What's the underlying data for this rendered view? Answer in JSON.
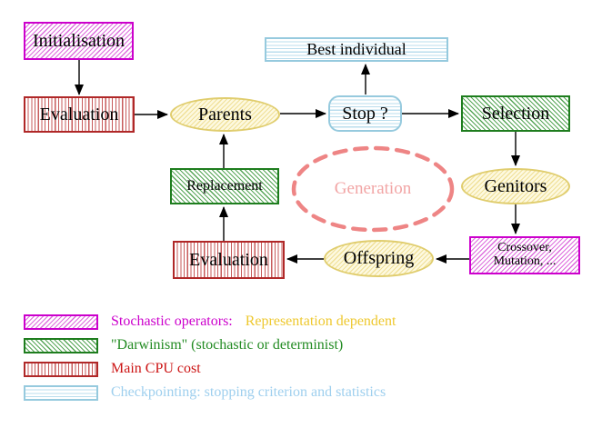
{
  "diagram": {
    "title_semantic": "evolutionary-algorithm-cycle",
    "nodes": {
      "initialisation": "Initialisation",
      "evaluation_top": "Evaluation",
      "parents": "Parents",
      "best_individual": "Best individual",
      "stop": "Stop ?",
      "selection": "Selection",
      "genitors": "Genitors",
      "crossover_line1": "Crossover,",
      "crossover_line2": "Mutation, ...",
      "offspring": "Offspring",
      "evaluation_bottom": "Evaluation",
      "replacement": "Replacement",
      "generation": "Generation"
    },
    "edges": [
      "initialisation->evaluation_top",
      "evaluation_top->parents",
      "parents->stop",
      "stop->best_individual",
      "stop->selection",
      "selection->genitors",
      "genitors->crossover_mutation",
      "crossover_mutation->offspring",
      "offspring->evaluation_bottom",
      "evaluation_bottom->replacement",
      "replacement->parents"
    ]
  },
  "legend": {
    "items": [
      {
        "swatch": "magenta-diagonal-hatch",
        "parts": [
          {
            "text": "Stochastic operators:",
            "color": "#cc00cc"
          },
          {
            "text": "Representation dependent",
            "color": "#eec82e"
          }
        ]
      },
      {
        "swatch": "green-diagonal-hatch",
        "text": "\"Darwinism\" (stochastic or determinist)",
        "color": "#228b22"
      },
      {
        "swatch": "red-vertical-stripes",
        "text": "Main CPU cost",
        "color": "#cc1414"
      },
      {
        "swatch": "cyan-horizontal-stripes",
        "text": "Checkpointing: stopping criterion and statistics",
        "color": "#9ecfee"
      }
    ]
  },
  "colors": {
    "stochastic_magenta": "#cc00cc",
    "darwinism_green": "#1e7d1e",
    "cpu_red": "#b02828",
    "checkpoint_cyan": "#96cade",
    "population_yellow": "#e0cd6e",
    "generation_salmon": "#ee8585",
    "arrow_black": "#000000"
  }
}
